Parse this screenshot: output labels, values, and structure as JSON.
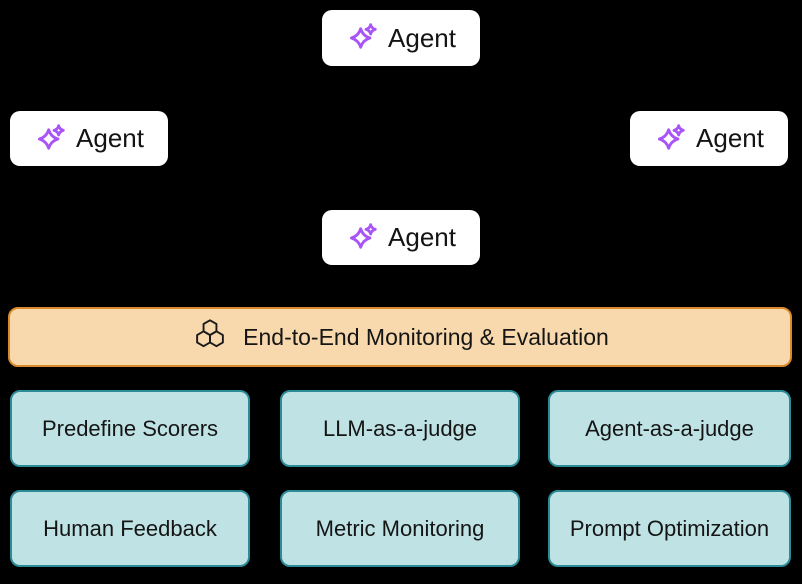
{
  "background": "#000000",
  "agents": {
    "top": {
      "label": "Agent"
    },
    "left": {
      "label": "Agent"
    },
    "right": {
      "label": "Agent"
    },
    "center": {
      "label": "Agent"
    }
  },
  "banner": {
    "label": "End-to-End Monitoring & Evaluation",
    "icon": "honeycomb-icon",
    "fill": "#F8D8AD",
    "border": "#D98A2B",
    "text_color": "#151515"
  },
  "grid": {
    "fill": "#BFE2E5",
    "border": "#2B8B96",
    "text_color": "#151515",
    "cells": [
      {
        "label": "Predefine Scorers"
      },
      {
        "label": "LLM-as-a-judge"
      },
      {
        "label": "Agent-as-a-judge"
      },
      {
        "label": "Human Feedback"
      },
      {
        "label": "Metric Monitoring"
      },
      {
        "label": "Prompt Optimization"
      }
    ]
  },
  "icons": {
    "agent_icon": "sparkles-icon",
    "agent_icon_color": "#A855F7",
    "banner_icon": "honeycomb-icon",
    "banner_icon_color": "#1A1A1A"
  }
}
